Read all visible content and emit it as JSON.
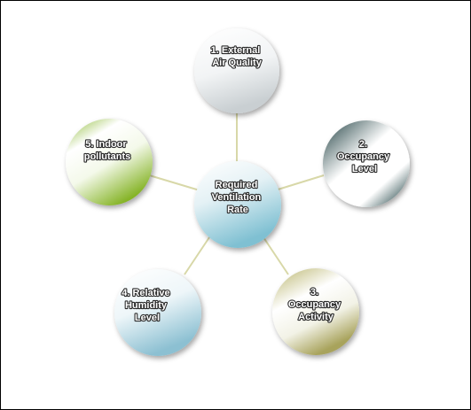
{
  "diagram": {
    "center": {
      "lines": [
        "Required",
        "Ventilation",
        "Rate"
      ]
    },
    "nodes": [
      {
        "id": "external-air-quality",
        "lines": [
          "1. External",
          "Air Quality"
        ],
        "color": "#c9cfd2"
      },
      {
        "id": "occupancy-level",
        "lines": [
          "2.",
          "Occupancy",
          "Level"
        ],
        "color": "#26484a"
      },
      {
        "id": "occupancy-activity",
        "lines": [
          "3.",
          "Occupancy",
          "Activity"
        ],
        "color": "#a8a35c"
      },
      {
        "id": "relative-humidity-level",
        "lines": [
          "4. Relative",
          "Humidity",
          "Level"
        ],
        "color": "#8cc0d2"
      },
      {
        "id": "indoor-pollutants",
        "lines": [
          "5. Indoor",
          "pollutants"
        ],
        "color": "#86b428"
      }
    ],
    "center_color": "#7fc0d2",
    "connector_color": "#d8d8a8"
  }
}
